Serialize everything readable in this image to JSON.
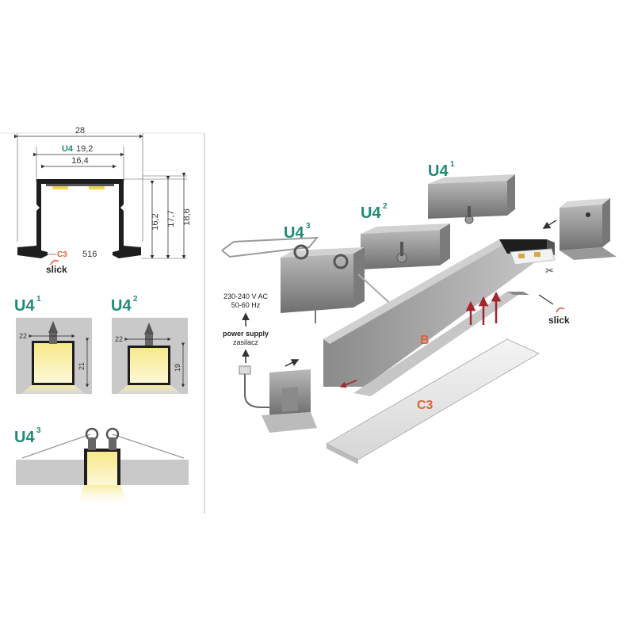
{
  "colors": {
    "teal": "#1f8a76",
    "orange": "#e0603a",
    "led_yellow": "#f4e27a",
    "profile_dark": "#1e1e1e",
    "profile_grey": "#8c8c8c",
    "wall_grey": "#c9c9c9",
    "arrow_red": "#a3262e"
  },
  "cross_section": {
    "dim_total": "28",
    "dim_u4_label": "U4",
    "dim_u4_value": "19,2",
    "dim_inner": "16,4",
    "dim_h1": "16,2",
    "dim_h2": "17,7",
    "dim_h3": "18,6",
    "c3_label": "C3",
    "s16_label": "516",
    "slick_label": "slick"
  },
  "mounts": {
    "u4_1": {
      "name": "U4",
      "sup": "1",
      "dim_w": "22",
      "dim_h": "21"
    },
    "u4_2": {
      "name": "U4",
      "sup": "2",
      "dim_w": "22",
      "dim_h": "19"
    },
    "u4_3": {
      "name": "U4",
      "sup": "3"
    }
  },
  "exploded": {
    "u4_1": {
      "name": "U4",
      "sup": "1"
    },
    "u4_2": {
      "name": "U4",
      "sup": "2"
    },
    "u4_3": {
      "name": "U4",
      "sup": "3"
    },
    "voltage": [
      "230-240 V AC",
      "50-60 Hz"
    ],
    "power_supply": "power supply",
    "zasilacz": "zasilacz",
    "label_b": "B",
    "label_c3": "C3",
    "slick_label": "slick"
  }
}
